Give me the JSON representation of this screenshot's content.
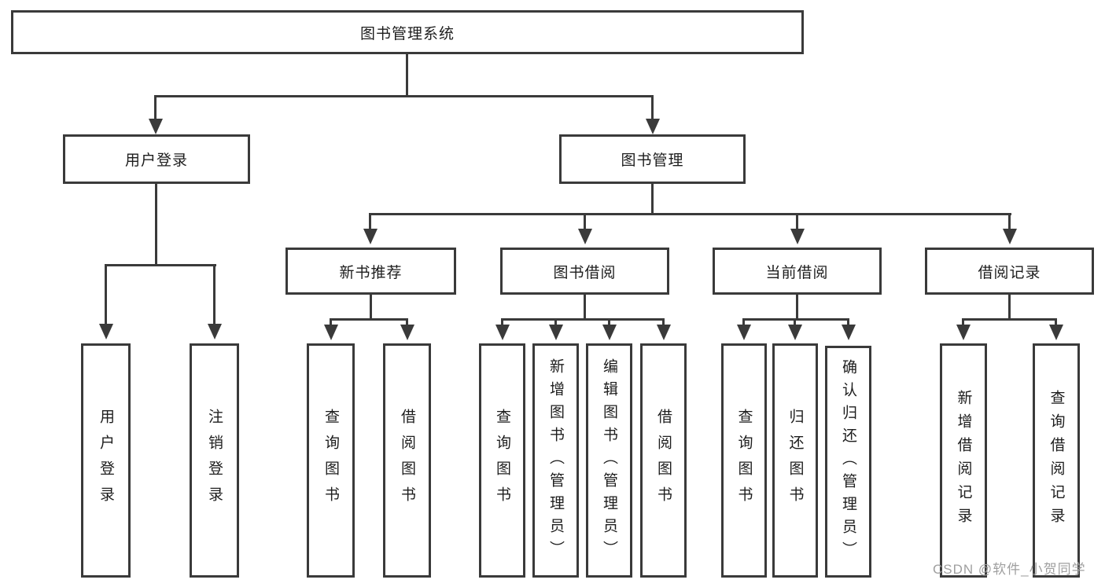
{
  "diagram_type": "hierarchy-tree",
  "colors": {
    "background": "#ffffff",
    "line": "#3a3a3a",
    "box_border": "#3a3a3a",
    "text": "#1d1d1d",
    "watermark": "#9f9f9f"
  },
  "tree": {
    "label": "图书管理系统",
    "children": [
      {
        "label": "用户登录",
        "children": [
          {
            "label": "用户登录"
          },
          {
            "label": "注销登录"
          }
        ]
      },
      {
        "label": "图书管理",
        "children": [
          {
            "label": "新书推荐",
            "children": [
              {
                "label": "查询图书"
              },
              {
                "label": "借阅图书"
              }
            ]
          },
          {
            "label": "图书借阅",
            "children": [
              {
                "label": "查询图书"
              },
              {
                "label": "新增图书（管理员）"
              },
              {
                "label": "编辑图书（管理员）"
              },
              {
                "label": "借阅图书"
              }
            ]
          },
          {
            "label": "当前借阅",
            "children": [
              {
                "label": "查询图书"
              },
              {
                "label": "归还图书"
              },
              {
                "label": "确认归还（管理员）"
              }
            ]
          },
          {
            "label": "借阅记录",
            "children": [
              {
                "label": "新增借阅记录"
              },
              {
                "label": "查询借阅记录"
              }
            ]
          }
        ]
      }
    ]
  },
  "watermark": {
    "text": "CSDN @软件_小贺同学"
  }
}
